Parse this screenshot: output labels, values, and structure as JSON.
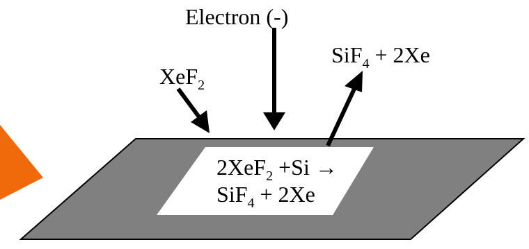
{
  "labels": {
    "electron": "Electron (-)",
    "products": {
      "prefix": "SiF",
      "subscript": "4",
      "suffix": " + 2Xe"
    },
    "reactant": {
      "prefix": "XeF",
      "subscript": "2"
    }
  },
  "equation": {
    "line1": {
      "a": "2XeF",
      "a_sub": "2",
      "b": " +Si →"
    },
    "line2": {
      "a": "SiF",
      "a_sub": "4",
      "b": " + 2Xe"
    }
  },
  "colors": {
    "substrate": "#808080",
    "window": "#ffffff",
    "arrow": "#000000",
    "accent": "#f06a0c"
  }
}
